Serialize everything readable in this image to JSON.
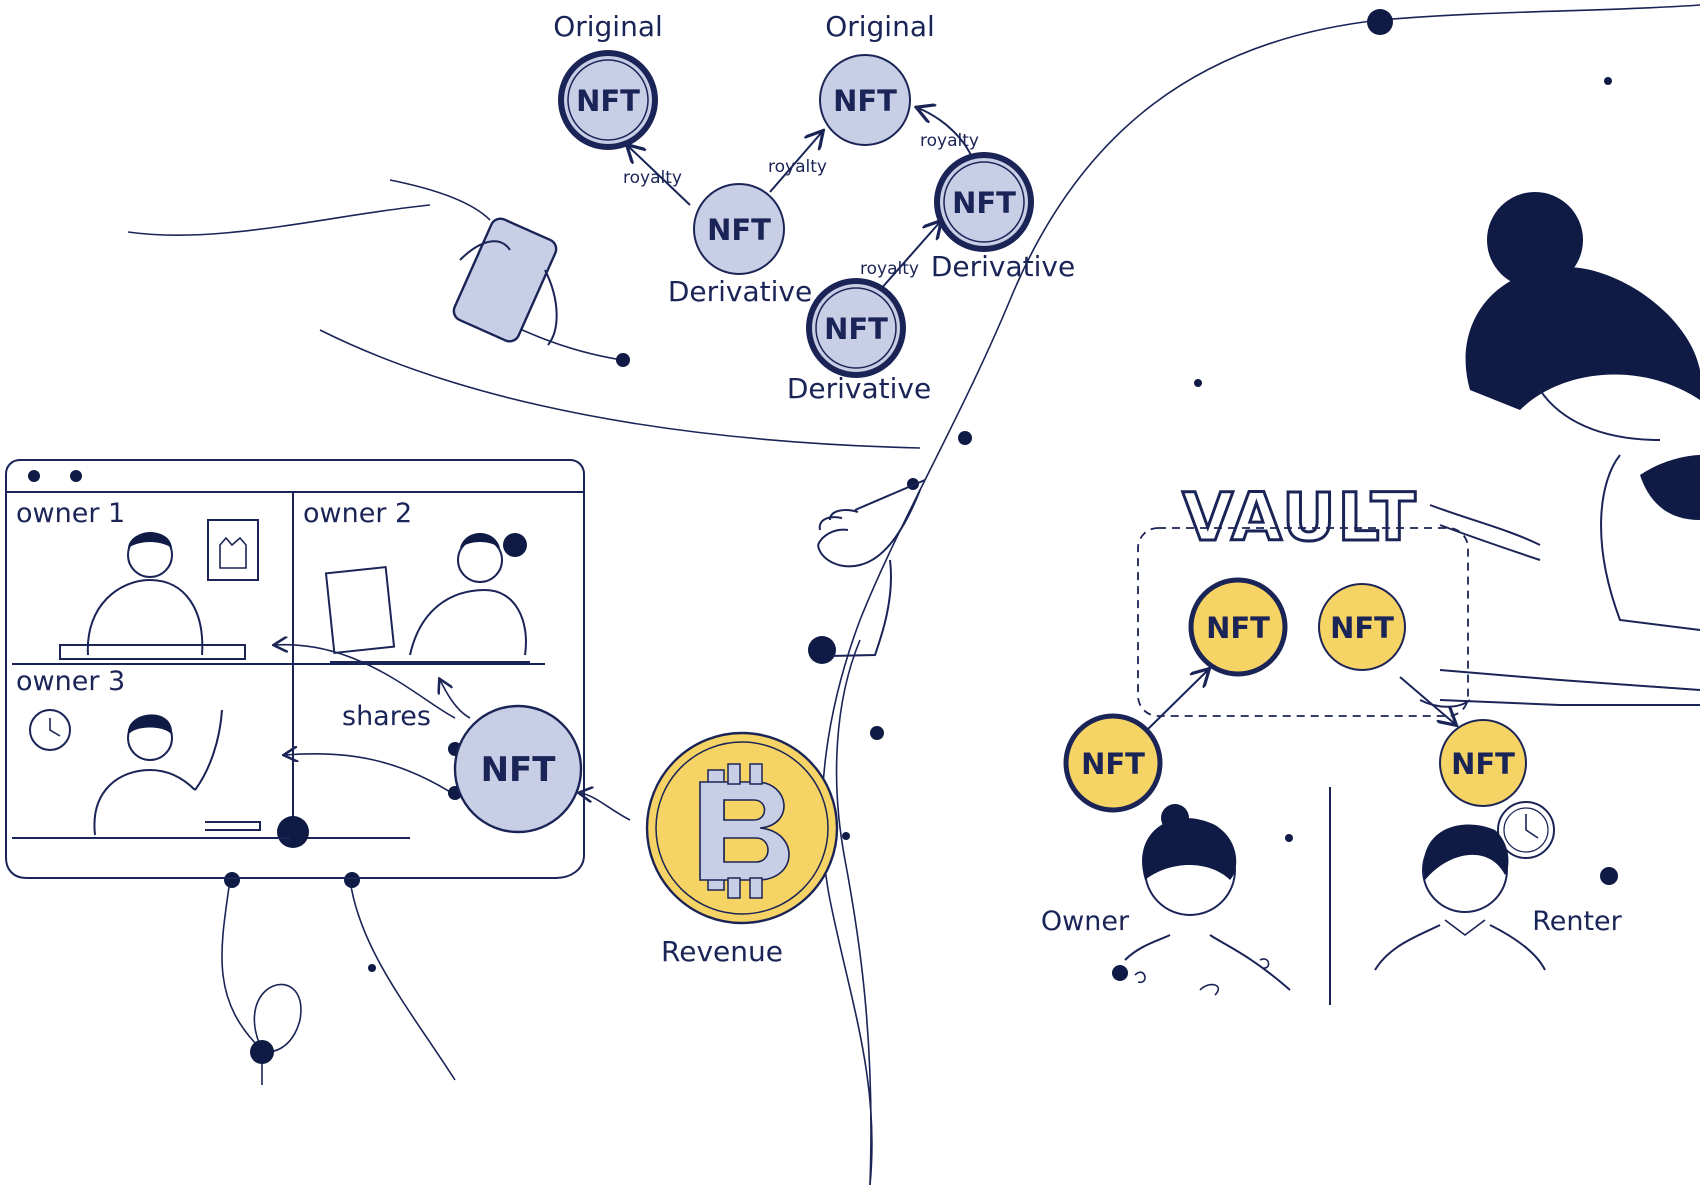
{
  "colors": {
    "ink": "#1a2456",
    "nft_blue": "#c8cee6",
    "nft_gold": "#f6d365",
    "vault_outline": "#1a2456"
  },
  "royalty": {
    "original_left": "Original",
    "original_right": "Original",
    "derivative_center": "Derivative",
    "derivative_right": "Derivative",
    "derivative_bottom": "Derivative",
    "royalty_1": "royalty",
    "royalty_2": "royalty",
    "royalty_3": "royalty",
    "royalty_4": "royalty"
  },
  "nft_label": "NFT",
  "fractional": {
    "owner_1": "owner 1",
    "owner_2": "owner 2",
    "owner_3": "owner 3",
    "shares": "shares",
    "revenue": "Revenue",
    "bitcoin_icon": "bitcoin-coin-icon"
  },
  "rental": {
    "vault": "VAULT",
    "owner": "Owner",
    "renter": "Renter"
  }
}
